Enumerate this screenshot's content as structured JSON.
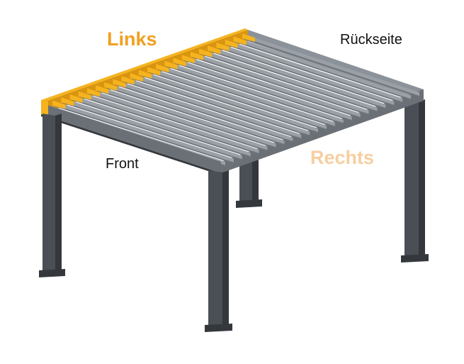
{
  "labels": {
    "links": "Links",
    "rueckseite": "Rückseite",
    "front": "Front",
    "rechts": "Rechts"
  },
  "colors": {
    "links": "#f0a020",
    "rechts": "#f6cf9f",
    "text": "#111111",
    "highlight": "#f5b41e",
    "highlight_dark": "#d99410",
    "frame": "#4a4f55",
    "frame_light": "#6b7077",
    "frame_dark": "#34383d",
    "slat": "#9aa0a6",
    "slat_dark": "#6e747b",
    "beam_top": "#8c9299"
  },
  "structure": {
    "slat_count": 24,
    "highlighted_side": "left",
    "post_count": 4
  }
}
